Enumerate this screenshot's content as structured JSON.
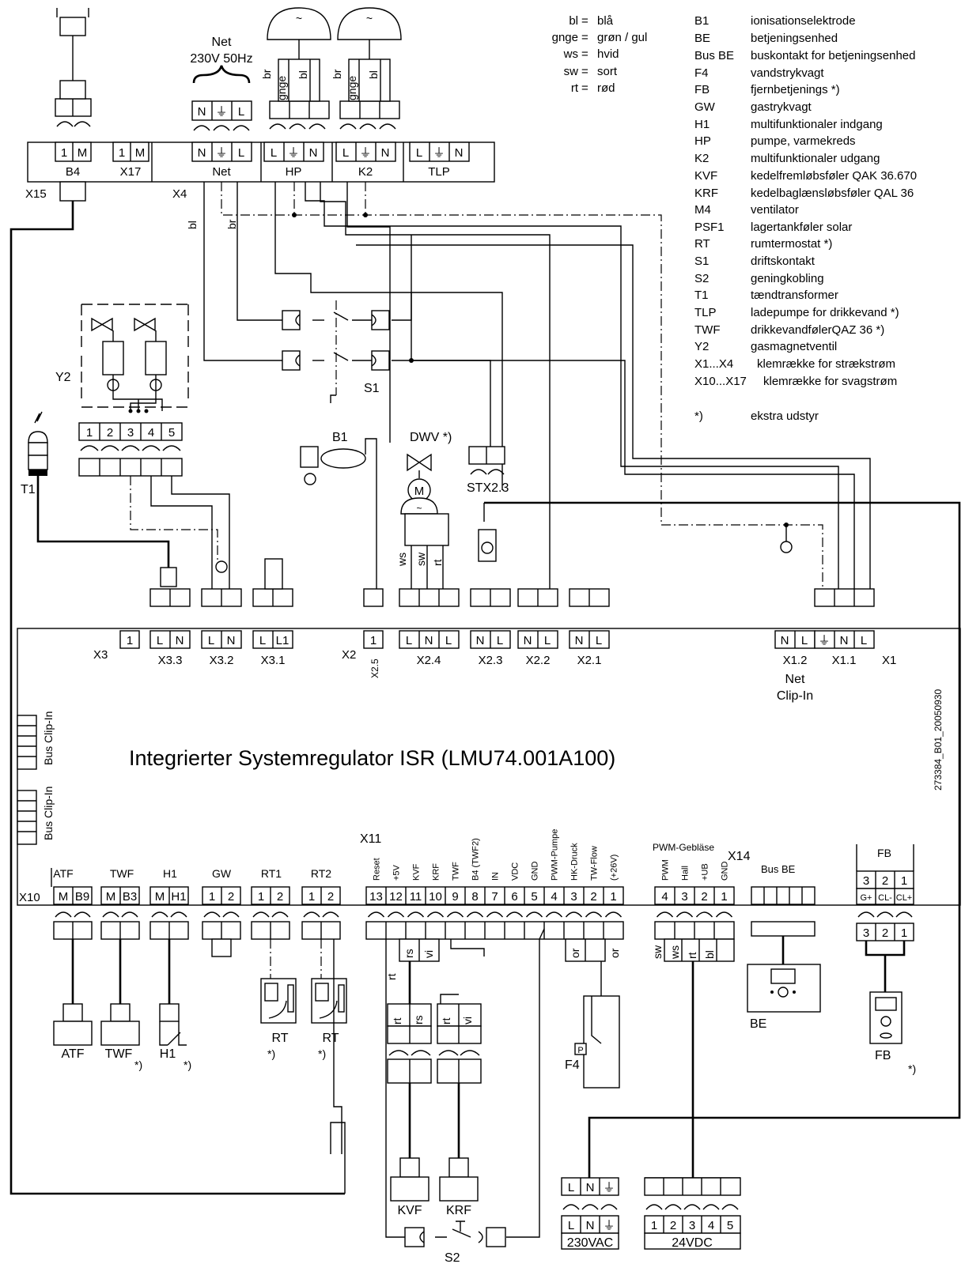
{
  "color_legend": [
    {
      "code": "bl",
      "meaning": "blå"
    },
    {
      "code": "gnge",
      "meaning": "grøn / gul"
    },
    {
      "code": "ws",
      "meaning": "hvid"
    },
    {
      "code": "sw",
      "meaning": "sort"
    },
    {
      "code": "rt",
      "meaning": "rød"
    }
  ],
  "components": [
    {
      "code": "B1",
      "desc": "ionisationselektrode"
    },
    {
      "code": "BE",
      "desc": "betjeningsenhed"
    },
    {
      "code": "Bus BE",
      "desc": "buskontakt for betjeningsenhed"
    },
    {
      "code": "F4",
      "desc": "vandstrykvagt"
    },
    {
      "code": "FB",
      "desc": "fjernbetjenings *)"
    },
    {
      "code": "GW",
      "desc": "gastrykvagt"
    },
    {
      "code": "H1",
      "desc": "multifunktionaler indgang"
    },
    {
      "code": "HP",
      "desc": "pumpe, varmekreds"
    },
    {
      "code": "K2",
      "desc": "multifunktionaler udgang"
    },
    {
      "code": "KVF",
      "desc": "kedelfremløbsføler QAK 36.670"
    },
    {
      "code": "KRF",
      "desc": "kedelbaglænsløbsføler  QAL 36"
    },
    {
      "code": "M4",
      "desc": "ventilator"
    },
    {
      "code": "PSF1",
      "desc": "lagertankføler solar"
    },
    {
      "code": "RT",
      "desc": "rumtermostat *)"
    },
    {
      "code": "S1",
      "desc": "driftskontakt"
    },
    {
      "code": "S2",
      "desc": "geningkobling"
    },
    {
      "code": "T1",
      "desc": "tændtransformer"
    },
    {
      "code": "TLP",
      "desc": "ladepumpe for drikkevand *)"
    },
    {
      "code": "TWF",
      "desc": "drikkevandfølerQAZ 36 *)"
    },
    {
      "code": "Y2",
      "desc": "gasmagnetventil"
    },
    {
      "code": "X1...X4",
      "desc": "klemrække for strækstrøm"
    },
    {
      "code": "X10...X17",
      "desc": "klemrække for svagstrøm"
    },
    {
      "code": "*)",
      "desc": "ekstra udstyr"
    }
  ],
  "title": "Integrierter Systemregulator ISR (LMU74.001A100)",
  "doc_id": "273384_B01_20050930",
  "net_label_1": "Net",
  "net_label_2": "230V 50Hz",
  "clip_in_1": "Bus Clip-In",
  "clip_in_2": "Bus Clip-In",
  "net_clip_in_1": "Net",
  "net_clip_in_2": "Clip-In",
  "top_blocks": [
    {
      "label": "B4",
      "pins": [
        "1",
        "M"
      ]
    },
    {
      "label": "X17",
      "pins": [
        "1",
        "M"
      ]
    },
    {
      "label": "Net",
      "pins": [
        "N",
        "⏚",
        "L"
      ]
    },
    {
      "label": "HP",
      "pins": [
        "L",
        "⏚",
        "N"
      ]
    },
    {
      "label": "K2",
      "pins": [
        "L",
        "⏚",
        "N"
      ]
    },
    {
      "label": "TLP",
      "pins": [
        "L",
        "⏚",
        "N"
      ]
    }
  ],
  "top_x_labels": {
    "x15": "X15",
    "x4": "X4"
  },
  "net_conn_pins": [
    "N",
    "⏚",
    "L"
  ],
  "y2_label": "Y2",
  "y2_pins": [
    "1",
    "2",
    "3",
    "4",
    "5"
  ],
  "t1_label": "T1",
  "s1_label": "S1",
  "b1_label": "B1",
  "dwv_label": "DWV *)",
  "stx_label": "STX2.3",
  "wire_labels": {
    "bl": "bl",
    "br": "br",
    "gnge": "gnge",
    "ws": "ws",
    "sw": "sw",
    "rt": "rt",
    "rs": "rs",
    "vi": "vi",
    "or": "or"
  },
  "upper_blocks": [
    {
      "label": "X3.3",
      "pins": [
        "L",
        "N"
      ]
    },
    {
      "label": "X3.2",
      "pins": [
        "L",
        "N"
      ]
    },
    {
      "label": "X3.1",
      "pins": [
        "L",
        "L1"
      ]
    },
    {
      "label": "X2.5",
      "pins": [
        "1"
      ]
    },
    {
      "label": "X2.4",
      "pins": [
        "L",
        "N",
        "L"
      ]
    },
    {
      "label": "X2.3",
      "pins": [
        "N",
        "L"
      ]
    },
    {
      "label": "X2.2",
      "pins": [
        "N",
        "L"
      ]
    },
    {
      "label": "X2.1",
      "pins": [
        "N",
        "L"
      ]
    },
    {
      "label": "X1.2",
      "pins": [
        "N",
        "L"
      ]
    },
    {
      "label": "X1.1",
      "pins": [
        "⏚",
        "N",
        "L"
      ]
    }
  ],
  "upper_x_labels": {
    "x3": "X3",
    "x3_pin": "1",
    "x2": "X2",
    "x1": "X1"
  },
  "lower_blocks": [
    {
      "label": "ATF",
      "pins": [
        "M",
        "B9"
      ]
    },
    {
      "label": "TWF",
      "pins": [
        "M",
        "B3"
      ]
    },
    {
      "label": "H1",
      "pins": [
        "M",
        "H1"
      ]
    },
    {
      "label": "GW",
      "pins": [
        "1",
        "2"
      ]
    },
    {
      "label": "RT1",
      "pins": [
        "1",
        "2"
      ]
    },
    {
      "label": "RT2",
      "pins": [
        "1",
        "2"
      ]
    }
  ],
  "x10_label": "X10",
  "x11_label": "X11",
  "x11_pins": [
    {
      "n": "13",
      "sig": "Reset"
    },
    {
      "n": "12",
      "sig": "+5V"
    },
    {
      "n": "11",
      "sig": "KVF"
    },
    {
      "n": "10",
      "sig": "KRF"
    },
    {
      "n": "9",
      "sig": "TWF"
    },
    {
      "n": "8",
      "sig": "B4 (TWF2)"
    },
    {
      "n": "7",
      "sig": "IN"
    },
    {
      "n": "6",
      "sig": "VDC"
    },
    {
      "n": "5",
      "sig": "GND"
    },
    {
      "n": "4",
      "sig": "PWM-Pumpe"
    },
    {
      "n": "3",
      "sig": "HK-Druck"
    },
    {
      "n": "2",
      "sig": "TW-Flow"
    },
    {
      "n": "1",
      "sig": "(+26V)"
    }
  ],
  "x14_label": "X14",
  "x14_group": "PWM-Gebläse",
  "x14_pins": [
    {
      "n": "4",
      "sig": "PWM"
    },
    {
      "n": "3",
      "sig": "Hall"
    },
    {
      "n": "2",
      "sig": "+UB"
    },
    {
      "n": "1",
      "sig": "GND"
    }
  ],
  "bus_be_label": "Bus BE",
  "fb_label": "FB",
  "fb_pins": [
    "3",
    "2",
    "1"
  ],
  "fb_sig": [
    "G+",
    "CL-",
    "CL+"
  ],
  "bottom_devices": {
    "atf": "ATF",
    "twf": "TWF",
    "h1": "H1",
    "rt": "RT",
    "kvf": "KVF",
    "krf": "KRF",
    "f4": "F4",
    "be": "BE",
    "fb": "FB",
    "s2": "S2",
    "star": "*)",
    "p": "P"
  },
  "supply_blocks": [
    {
      "label": "230VAC",
      "pins": [
        "L",
        "N",
        "⏚"
      ]
    },
    {
      "label": "24VDC",
      "pins": [
        "1",
        "2",
        "3",
        "4",
        "5"
      ]
    }
  ]
}
